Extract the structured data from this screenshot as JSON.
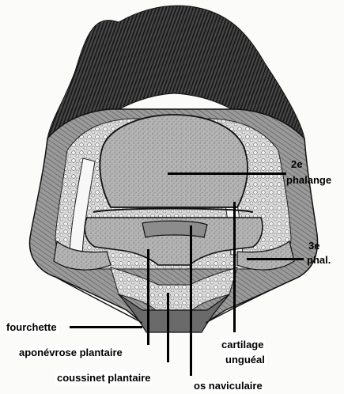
{
  "labels": {
    "second_phalanx_line1": "2e",
    "second_phalanx_line2": "phalange",
    "third_phalanx_line1": "3e",
    "third_phalanx_line2": "phal.",
    "frog": "fourchette",
    "plantar_aponeurosis": "aponévrose plantaire",
    "plantar_cushion": "coussinet plantaire",
    "cartilage_line1": "cartilage",
    "cartilage_line2": "unguéal",
    "navicular": "os naviculaire"
  },
  "colors": {
    "ink": "#000000",
    "hair": "#2c2c2c",
    "bone": "#a9a9a9",
    "hoof_wall": "#8f8f8f",
    "paper": "#fbfbfa"
  }
}
